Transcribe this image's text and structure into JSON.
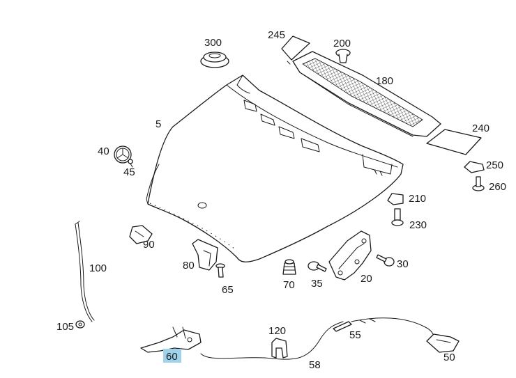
{
  "labels": {
    "p300": "300",
    "p245": "245",
    "p200": "200",
    "p180": "180",
    "p5": "5",
    "p240": "240",
    "p40": "40",
    "p45": "45",
    "p250": "250",
    "p260": "260",
    "p210": "210",
    "p230": "230",
    "p90": "90",
    "p100": "100",
    "p80": "80",
    "p30": "30",
    "p65": "65",
    "p70": "70",
    "p35": "35",
    "p20": "20",
    "p105": "105",
    "p120": "120",
    "p55": "55",
    "p60": "60",
    "p58": "58",
    "p50": "50"
  },
  "highlighted_part": "60",
  "colors": {
    "highlight": "#9fd3ec",
    "line": "#1a1a1a"
  }
}
